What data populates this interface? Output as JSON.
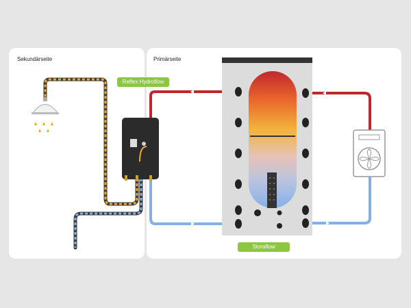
{
  "panels": {
    "secondary": {
      "title": "Sekundärseite"
    },
    "primary": {
      "title": "Primärseite"
    }
  },
  "labels": {
    "hydroflow": "Reflex Hydroflow",
    "storaflow": "Storaflow"
  },
  "components": {
    "shower": "shower-icon",
    "fresh_water_station": "fresh-water-station-icon",
    "storage_tank": "storage-tank-icon",
    "heat_pump": "heat-pump-icon"
  },
  "colors": {
    "hot_red": "#c0272d",
    "cold_blue": "#86b0e0",
    "warm_water": "#f0a830",
    "accent_green": "#8dc63f",
    "tank_body": "#dcdcdc"
  }
}
